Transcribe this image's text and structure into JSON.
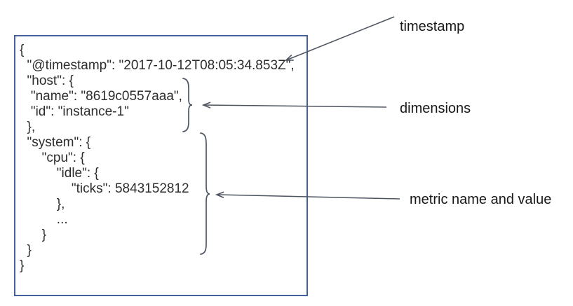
{
  "document_box": {
    "code_lines": [
      "{",
      "  \"@timestamp\": \"2017-10-12T08:05:34.853Z\",",
      "  \"host\": {",
      "   \"name\": \"8619c0557aaa\",",
      "   \"id\": \"instance-1\"",
      "  },",
      "  \"system\": {",
      "      \"cpu\": {",
      "          \"idle\": {",
      "              \"ticks\": 5843152812",
      "          },",
      "          ...",
      "      }",
      "  }",
      "}"
    ]
  },
  "annotations": {
    "timestamp_label": "timestamp",
    "dimensions_label": "dimensions",
    "metric_label": "metric name and value"
  },
  "colors": {
    "box_border": "#45619d",
    "code_text": "#2d2d2d",
    "label_text": "#17181a",
    "arrow": "#4d545f",
    "brace": "#4b5563"
  }
}
